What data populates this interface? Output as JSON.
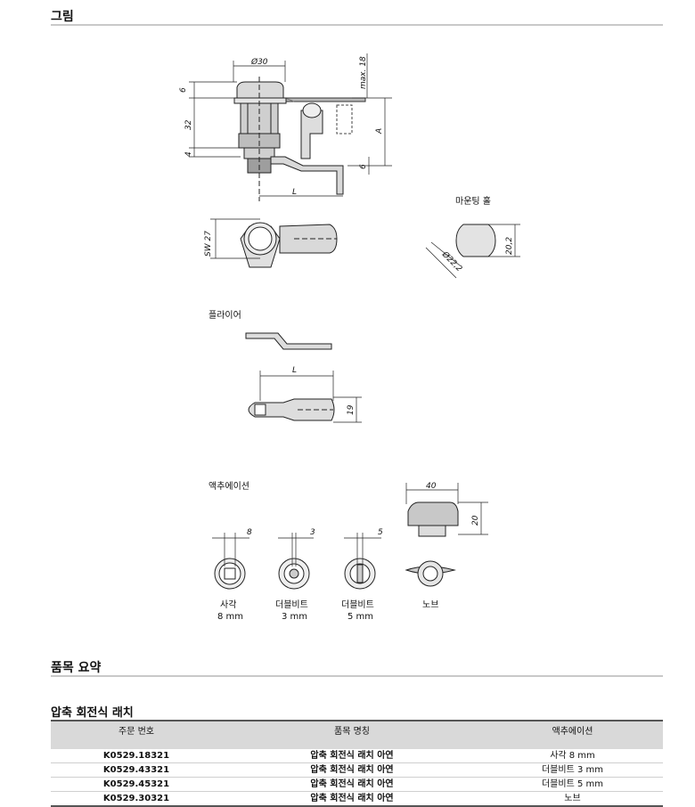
{
  "sections": {
    "figure_title": "그림",
    "summary_title": "품목 요약"
  },
  "drawing_labels": {
    "mounting_hole": "마운팅 홀",
    "flyer": "플라이어",
    "actuation": "액추에이션",
    "square": "사각",
    "square_size": "8 mm",
    "double_bit_3": "더블비트",
    "double_bit_3_size": "3 mm",
    "double_bit_5": "더블비트",
    "double_bit_5_size": "5 mm",
    "knob": "노브"
  },
  "dimensions": {
    "d30": "Ø30",
    "max18": "max. 18",
    "six_top": "6",
    "thirty_two": "32",
    "four": "4",
    "A": "A",
    "six_right": "6",
    "L_top": "L",
    "sw27": "SW 27",
    "hole_w": "20,2",
    "hole_d": "Ø22,2",
    "L_flyer": "L",
    "nineteen": "19",
    "forty": "40",
    "twenty": "20",
    "eight": "8",
    "three": "3",
    "five": "5"
  },
  "table": {
    "title": "압축 회전식 래치",
    "headers": [
      "주문 번호",
      "품목 명칭",
      "액추에이션"
    ],
    "rows": [
      {
        "code": "K0529.18321",
        "name": "압축 회전식 래치 아연",
        "act": "사각 8 mm"
      },
      {
        "code": "K0529.43321",
        "name": "압축 회전식 래치 아연",
        "act": "더블비트 3 mm"
      },
      {
        "code": "K0529.45321",
        "name": "압축 회전식 래치 아연",
        "act": "더블비트 5 mm"
      },
      {
        "code": "K0529.30321",
        "name": "압축 회전식 래치 아연",
        "act": "노브"
      }
    ]
  }
}
